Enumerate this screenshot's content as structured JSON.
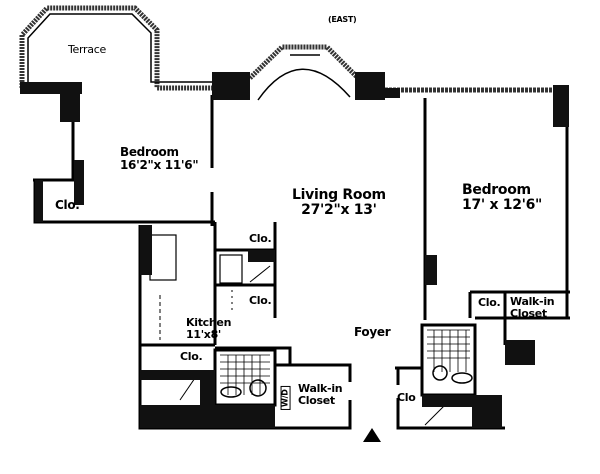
{
  "orientation": "(EAST)",
  "rooms": {
    "terrace": "Terrace",
    "bedroom_left": {
      "name": "Bedroom",
      "size": "16'2\"x 11'6\""
    },
    "living_room": {
      "name": "Living Room",
      "size": "27'2\"x 13'"
    },
    "bedroom_right": {
      "name": "Bedroom",
      "size": "17' x 12'6\""
    },
    "kitchen": {
      "name": "Kitchen",
      "size": "11'x8'"
    },
    "foyer": "Foyer"
  },
  "closets": {
    "left_bedroom": "Clo.",
    "kitchen_upper": "Clo.",
    "kitchen_lower": "Clo.",
    "kitchen_bottom": "Clo.",
    "right_bedroom": "Clo.",
    "entry": "Clo",
    "walkin_right": {
      "line1": "Walk-in",
      "line2": "Closet"
    },
    "walkin_left": {
      "line1": "Walk-in",
      "line2": "Closet"
    }
  },
  "appliances": {
    "washer_dryer": "W/D"
  },
  "entry_marker": "entrance-arrow-icon"
}
